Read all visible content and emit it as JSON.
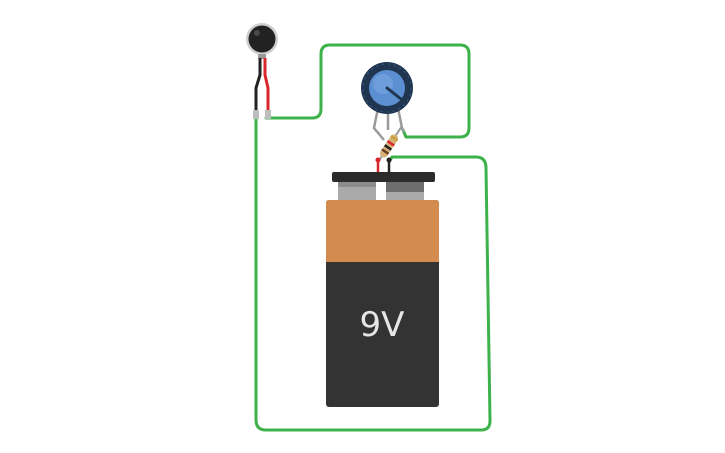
{
  "colors": {
    "wire": "#3db24a",
    "lead_red": "#d9262b",
    "lead_black": "#222222",
    "battery_top": "#d38b4e",
    "battery_body": "#333333",
    "battery_terminal": "#aaaaaa",
    "battery_cap": "#2b2b2b",
    "pot_ring": "#1f3550",
    "pot_knob": "#5b8fd1",
    "motor_body": "#222222",
    "motor_rim": "#cfcfcf",
    "resistor_body": "#d6b27a"
  },
  "components": {
    "motor": {
      "name": "vibration-motor",
      "icon": "vibration-motor-icon"
    },
    "potentiometer": {
      "name": "potentiometer",
      "icon": "potentiometer-icon"
    },
    "resistor": {
      "name": "resistor",
      "icon": "resistor-icon"
    },
    "battery": {
      "name": "battery-9v",
      "icon": "battery-icon",
      "label": "9V"
    }
  }
}
